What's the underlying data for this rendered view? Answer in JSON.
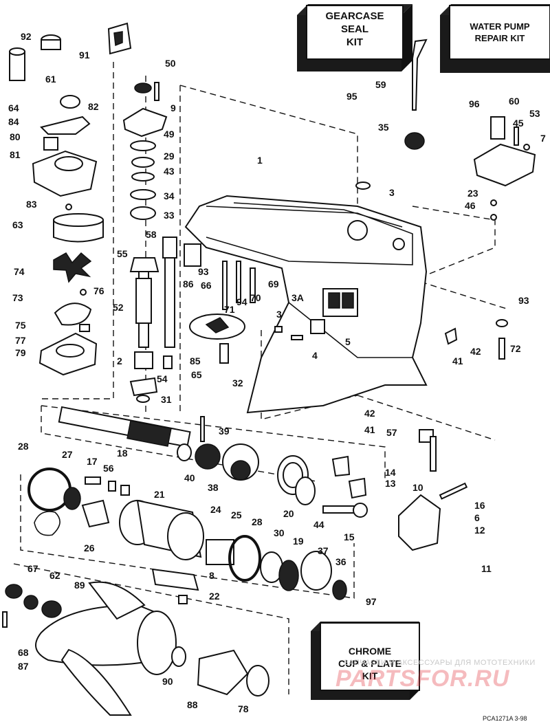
{
  "kits": {
    "gearcase_seal": "GEARCASE\nSEAL\nKIT",
    "water_pump": "WATER PUMP\nREPAIR KIT",
    "chrome_cup": "CHROME\nCUP & PLATE\nKIT"
  },
  "watermark": "ЗАПЧАСТИ И АКСЕССУАРЫ ДЛЯ МОТОТЕХНИКИ",
  "logo": "PARTSFOR.RU",
  "footer": "PCA1271A   3-98",
  "callouts": [
    "92",
    "91",
    "50",
    "61",
    "64",
    "82",
    "84",
    "9",
    "49",
    "29",
    "43",
    "34",
    "33",
    "80",
    "81",
    "83",
    "63",
    "58",
    "55",
    "74",
    "76",
    "73",
    "75",
    "77",
    "79",
    "52",
    "2",
    "54",
    "31",
    "1",
    "3",
    "95",
    "96",
    "59",
    "35",
    "60",
    "53",
    "45",
    "7",
    "23",
    "46",
    "86",
    "93",
    "66",
    "94",
    "70",
    "69",
    "71",
    "3A",
    "3",
    "4",
    "5",
    "93",
    "42",
    "41",
    "72",
    "85",
    "65",
    "32",
    "39",
    "18",
    "28",
    "27",
    "17",
    "56",
    "21",
    "26",
    "24",
    "25",
    "28",
    "40",
    "38",
    "20",
    "44",
    "14",
    "13",
    "15",
    "10",
    "16",
    "6",
    "12",
    "11",
    "42",
    "41",
    "57",
    "30",
    "19",
    "37",
    "36",
    "8",
    "22",
    "67",
    "62",
    "89",
    "68",
    "87",
    "90",
    "88",
    "78",
    "97"
  ]
}
